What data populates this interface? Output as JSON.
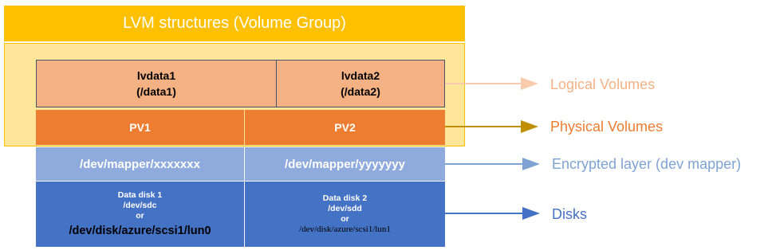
{
  "volume_group": {
    "title": "LVM structures (Volume Group)"
  },
  "logical_volumes": [
    {
      "name": "lvdata1",
      "mount": "(/data1)"
    },
    {
      "name": "lvdata2",
      "mount": "(/data2)"
    }
  ],
  "physical_volumes": [
    {
      "name": "PV1"
    },
    {
      "name": "PV2"
    }
  ],
  "encrypted_layer": [
    {
      "path": "/dev/mapper/xxxxxxx"
    },
    {
      "path": "/dev/mapper/yyyyyyy"
    }
  ],
  "disks": [
    {
      "name": "Data disk 1",
      "device": "/dev/sdc",
      "or": "or",
      "azure_path": "/dev/disk/azure/scsi1/lun0"
    },
    {
      "name": "Data disk 2",
      "device": "/dev/sdd",
      "or": "or",
      "azure_path": "/dev/disk/azure/scsi1/lun1"
    }
  ],
  "layer_labels": {
    "logical": "Logical Volumes",
    "physical": "Physical Volumes",
    "encrypted": "Encrypted layer (dev mapper)",
    "disks": "Disks"
  },
  "colors": {
    "vg_header": "#FFC000",
    "vg_body": "#FFE699",
    "logical": "#F4B183",
    "physical": "#ED7D31",
    "encrypted": "#8FAADC",
    "disk": "#4472C4",
    "label_logical": "#F4B183",
    "label_physical": "#ED7D31",
    "label_encrypted": "#7FA3D3",
    "label_disks": "#4472C4",
    "arrow_logical": "#F8CBAD",
    "arrow_physical": "#BF8F00",
    "arrow_encrypted": "#7FA3D3",
    "arrow_disks": "#4472C4"
  }
}
